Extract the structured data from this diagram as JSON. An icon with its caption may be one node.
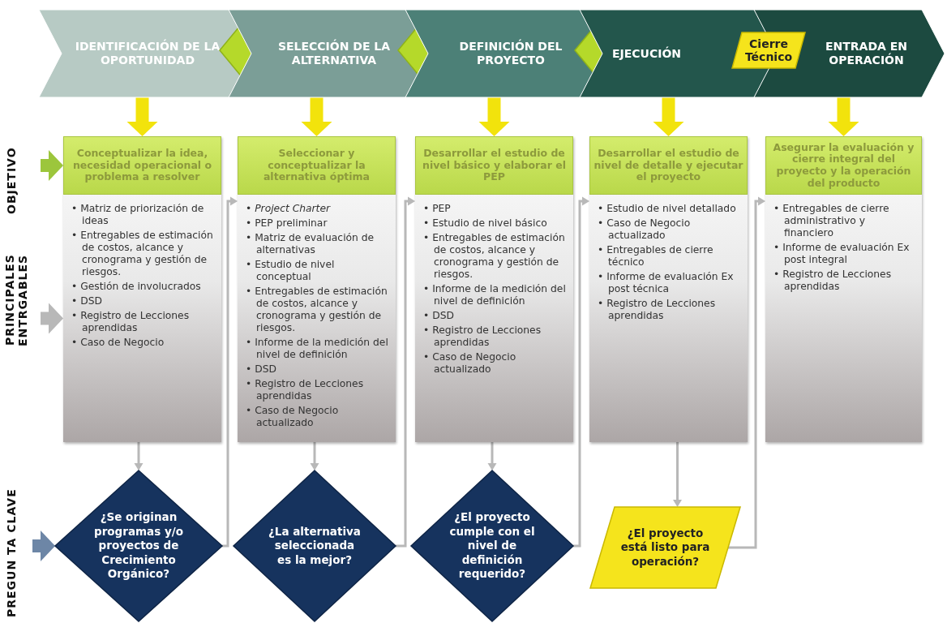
{
  "diagram": {
    "nodes": [
      {
        "text": [
          "IDENTIFICACIÓN DE LA OPORTUNIDAD"
        ]
      },
      {
        "text": [],
        "shape": "diamond"
      },
      {
        "text": [
          "SELECCIÓN DE LA ALTERNATIVA"
        ]
      },
      {
        "text": [],
        "shape": "diamond"
      },
      {
        "text": [
          "DEFINICIÓN DEL PROYECTO"
        ]
      },
      {
        "text": [],
        "shape": "diamond"
      },
      {
        "text": [
          "EJECUCIÓN"
        ]
      },
      {
        "text": [
          "Cierre Técnico"
        ]
      },
      {
        "text": [
          "ENTRADA EN OPERACIÓN"
        ]
      },
      {
        "text": [
          "Conceptualizar la idea, necesidad operacional o problema a resolver"
        ]
      },
      {
        "text": [
          "Seleccionar y conceptualizar la alternativa óptima"
        ]
      },
      {
        "text": [
          "Desarrollar el estudio de nivel básico y elaborar el PEP"
        ]
      },
      {
        "text": [
          "Desarrollar el estudio de nivel de detalle y ejecutar el proyecto"
        ]
      },
      {
        "text": [
          "Asegurar la evaluación y cierre integral del proyecto y la operación del producto"
        ]
      },
      {
        "text": [
          "• Matriz de priorización de ideas",
          "• Entregables de estimación de costos, alcance y cronograma y gestión de riesgos.",
          "• Gestión de involucrados",
          "• DSD",
          "• Registro de Lecciones aprendidas",
          "• Caso de Negocio"
        ]
      },
      {
        "text": [
          "• *Project Charter*",
          "• PEP preliminar",
          "• Matriz de evaluación de alternativas",
          "• Estudio de nivel conceptual",
          "• Entregables de estimación de costos, alcance y cronograma y gestión de riesgos.",
          "• Informe de la medición del nivel de definición",
          "• DSD",
          "• Registro de Lecciones aprendidas",
          "• Caso de Negocio actualizado"
        ]
      },
      {
        "text": [
          "• PEP",
          "• Estudio de nivel básico",
          "• Entregables de estimación de costos, alcance y cronograma y gestión de riesgos.",
          "• Informe de la medición del nivel de definición",
          "• DSD",
          "• Registro de Lecciones aprendidas",
          "• Caso de Negocio actualizado"
        ]
      },
      {
        "text": [
          "• Estudio de nivel detallado",
          "• Caso de Negocio actualizado",
          "• Entregables de cierre técnico",
          "• Informe de evaluación Ex post técnica",
          "• Registro de Lecciones aprendidas"
        ]
      },
      {
        "text": [
          "• Entregables de cierre administrativo y financiero",
          "• Informe de evaluación Ex post integral",
          "• Registro de Lecciones aprendidas"
        ]
      },
      {
        "text": [
          "¿Se originan programas y/o proyectos de Crecimiento Orgánico?"
        ]
      },
      {
        "text": [
          "¿La alternativa seleccionada es la mejor?"
        ]
      },
      {
        "text": [
          "¿El proyecto cumple con el nivel de definición requerido?"
        ]
      },
      {
        "text": [
          "¿El proyecto está listo para operación?"
        ]
      }
    ],
    "edges": [
      {
        "from": 0,
        "to": 9,
        "arrow": "to",
        "style": "thick",
        "color": "#f2e30c"
      },
      {
        "from": 2,
        "to": 10,
        "arrow": "to",
        "style": "thick",
        "color": "#f2e30c"
      },
      {
        "from": 4,
        "to": 11,
        "arrow": "to",
        "style": "thick",
        "color": "#f2e30c"
      },
      {
        "from": 6,
        "to": 12,
        "arrow": "to",
        "style": "thick",
        "color": "#f2e30c"
      },
      {
        "from": 8,
        "to": 13,
        "arrow": "to",
        "style": "thick",
        "color": "#f2e30c"
      },
      {
        "from": null,
        "to": 9,
        "arrow": "to",
        "style": "thick",
        "color": "#9cc63c"
      },
      {
        "from": null,
        "to": 14,
        "arrow": "to",
        "style": "thick"
      },
      {
        "from": null,
        "to": 19,
        "arrow": "to",
        "style": "thick",
        "color": "#6d86a6"
      },
      {
        "from": 14,
        "to": 19,
        "arrow": "to"
      },
      {
        "from": 19,
        "to": 15,
        "arrow": "to"
      },
      {
        "from": 15,
        "to": 20,
        "arrow": "to"
      },
      {
        "from": 20,
        "to": 16,
        "arrow": "to"
      },
      {
        "from": 16,
        "to": 21,
        "arrow": "to"
      },
      {
        "from": 21,
        "to": 17,
        "arrow": "to"
      },
      {
        "from": 17,
        "to": 22,
        "arrow": "to"
      },
      {
        "from": 22,
        "to": 18,
        "arrow": "to"
      }
    ],
    "labels": [
      "OBJETIVO",
      "PRINCIPALES ENTRGABLES",
      "PREGUN TA CLAVE"
    ]
  }
}
